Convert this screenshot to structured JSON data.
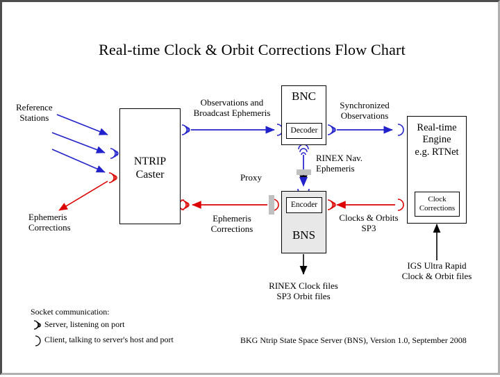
{
  "title": "Real-time Clock & Orbit Corrections Flow Chart",
  "colors": {
    "blue": "#2222cc",
    "red": "#dd0000",
    "black": "#000000",
    "proxy_gray": "#c0c0c0",
    "bns_fill": "#e8e8e8",
    "frame_dark": "#4d4d4d",
    "frame_light": "#b0b0b0"
  },
  "nodes": {
    "reference_stations": "Reference\nStations",
    "reference_stations_line1": "Reference",
    "reference_stations_line2": "Stations",
    "ntrip_caster_line1": "NTRIP",
    "ntrip_caster_line2": "Caster",
    "bnc_title": "BNC",
    "bnc_decoder": "Decoder",
    "bns_title": "BNS",
    "bns_encoder": "Encoder",
    "rt_engine_line1": "Real-time",
    "rt_engine_line2": "Engine",
    "rt_engine_line3": "e.g. RTNet",
    "clock_corrections_line1": "Clock",
    "clock_corrections_line2": "Corrections"
  },
  "edges": {
    "observations_line1": "Observations and",
    "observations_line2": "Broadcast Ephemeris",
    "synchronized_line1": "Synchronized",
    "synchronized_line2": "Observations",
    "rinex_nav_line1": "RINEX Nav.",
    "rinex_nav_line2": "Ephemeris",
    "proxy": "Proxy",
    "ephemeris_corr_left_line1": "Ephemeris",
    "ephemeris_corr_left_line2": "Corrections",
    "ephemeris_corr_mid_line1": "Ephemeris",
    "ephemeris_corr_mid_line2": "Corrections",
    "clocks_orbits_line1": "Clocks & Orbits",
    "clocks_orbits_line2": "SP3",
    "rinex_clock_files_line1": "RINEX Clock files",
    "rinex_clock_files_line2": "SP3 Orbit files",
    "igs_ultra_line1": "IGS Ultra Rapid",
    "igs_ultra_line2": "Clock & Orbit files"
  },
  "legend": {
    "heading": "Socket communication:",
    "server": "Server, listening on port",
    "client": "Client, talking to server's host and port",
    "server_icon": "server-socket-icon",
    "client_icon": "client-socket-icon"
  },
  "footer": {
    "credit": "BKG Ntrip State Space Server  (BNS), Version 1.0, September 2008"
  }
}
